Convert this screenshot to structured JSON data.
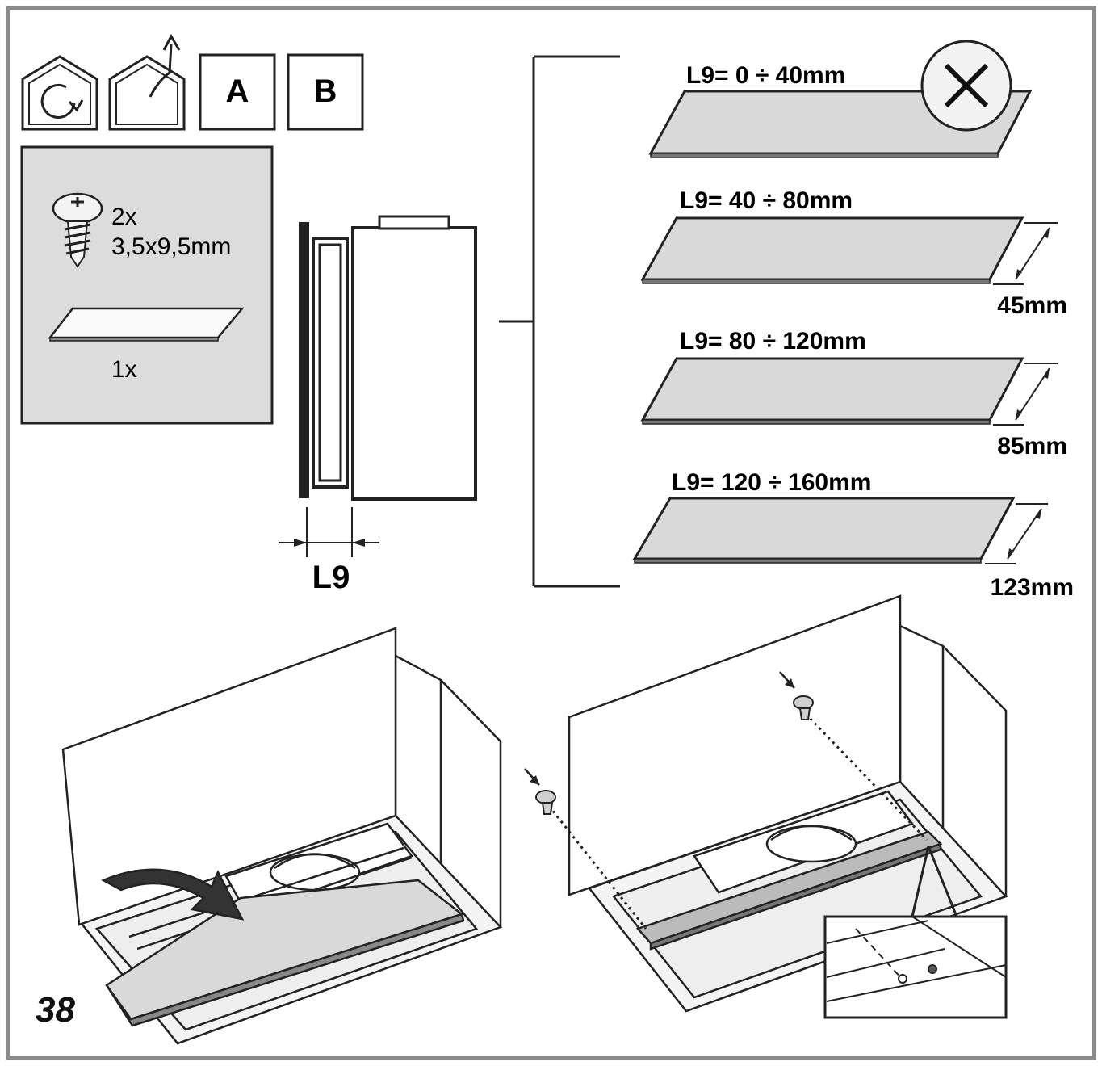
{
  "header": {
    "badge_a": "A",
    "badge_b": "B",
    "icons": [
      "recirculation-mode-icon",
      "ducted-mode-icon"
    ]
  },
  "parts": {
    "screw_qty": "2x",
    "screw_size": "3,5x9,5mm",
    "panel_qty": "1x"
  },
  "dimension": {
    "label": "L9"
  },
  "options": [
    {
      "range": "L9= 0 ÷ 40mm",
      "size": "",
      "not_required": true
    },
    {
      "range": "L9= 40 ÷ 80mm",
      "size": "45mm",
      "not_required": false
    },
    {
      "range": "L9= 80 ÷ 120mm",
      "size": "85mm",
      "not_required": false
    },
    {
      "range": "L9= 120 ÷ 160mm",
      "size": "123mm",
      "not_required": false
    }
  ],
  "page_number": "38",
  "colors": {
    "frame": "#8a8a8a",
    "panel_fill": "#d9d9d9",
    "box_fill": "#dcdcdc",
    "line": "#1a1a1a"
  }
}
